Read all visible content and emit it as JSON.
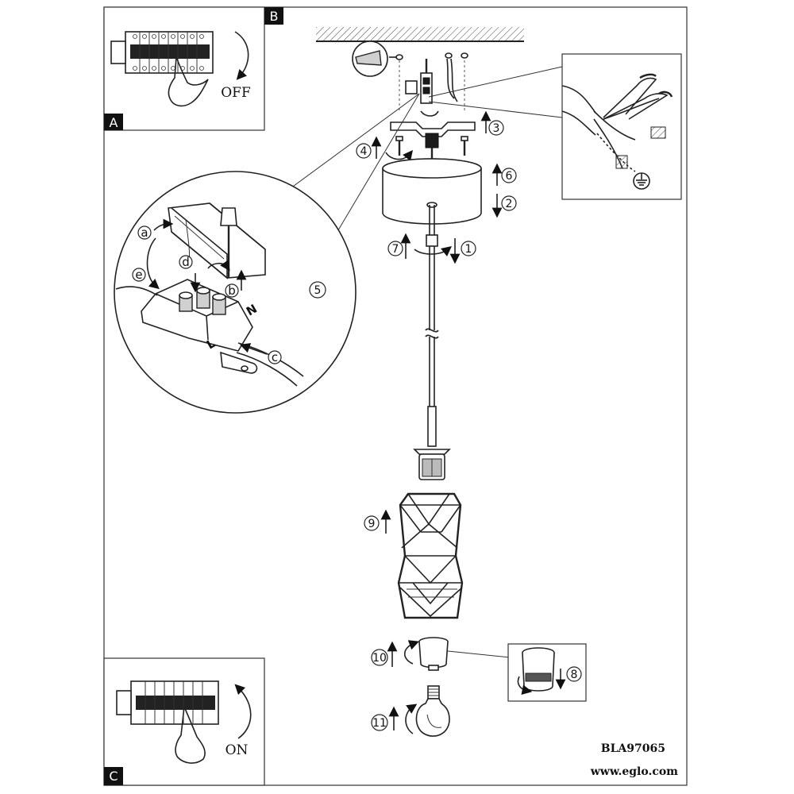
{
  "panels": {
    "A": {
      "letter": "A",
      "switch_label": "OFF"
    },
    "B": {
      "letter": "B"
    },
    "C": {
      "letter": "C",
      "switch_label": "ON"
    }
  },
  "steps": [
    "1",
    "2",
    "3",
    "4",
    "5",
    "6",
    "7",
    "8",
    "9",
    "10",
    "11"
  ],
  "detail_letters": [
    "a",
    "b",
    "c",
    "d",
    "e"
  ],
  "terminal_marks": {
    "neutral": "N",
    "live": "L"
  },
  "model_number": "BLA97065",
  "website": "www.eglo.com"
}
